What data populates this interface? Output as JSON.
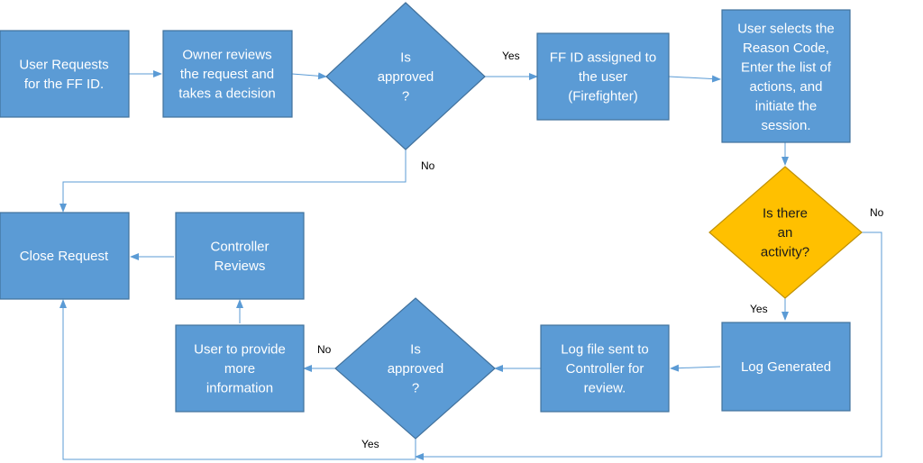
{
  "colors": {
    "box_fill": "#5b9bd5",
    "box_stroke": "#41719c",
    "decision_highlight": "#ffc000",
    "decision_highlight_stroke": "#bf9000",
    "connector": "#5b9bd5",
    "text_on_blue": "#ffffff",
    "text_on_yellow": "#1a1a1a"
  },
  "nodes": {
    "user_requests": {
      "lines": [
        "User Requests",
        "for the FF ID."
      ]
    },
    "owner_reviews": {
      "lines": [
        "Owner reviews",
        "the request and",
        "takes a decision"
      ]
    },
    "is_approved_1": {
      "lines": [
        "Is",
        "approved",
        "?"
      ]
    },
    "ff_assigned": {
      "lines": [
        "FF ID assigned to",
        "the user",
        "(Firefighter)"
      ]
    },
    "user_selects": {
      "lines": [
        "User selects the",
        "Reason Code,",
        "Enter the list of",
        "actions, and",
        "initiate the",
        "session."
      ]
    },
    "is_activity": {
      "lines": [
        "Is there",
        "an",
        "activity?"
      ]
    },
    "log_generated": {
      "lines": [
        "Log Generated"
      ]
    },
    "log_file_sent": {
      "lines": [
        "Log file sent to",
        "Controller for",
        "review."
      ]
    },
    "is_approved_2": {
      "lines": [
        "Is",
        "approved",
        "?"
      ]
    },
    "user_provide": {
      "lines": [
        "User to provide",
        "more",
        "information"
      ]
    },
    "controller_reviews": {
      "lines": [
        "Controller",
        "Reviews"
      ]
    },
    "close_request": {
      "lines": [
        "Close Request"
      ]
    }
  },
  "edge_labels": {
    "approved1_yes": "Yes",
    "approved1_no": "No",
    "activity_yes": "Yes",
    "activity_no": "No",
    "approved2_no": "No",
    "approved2_yes": "Yes"
  }
}
